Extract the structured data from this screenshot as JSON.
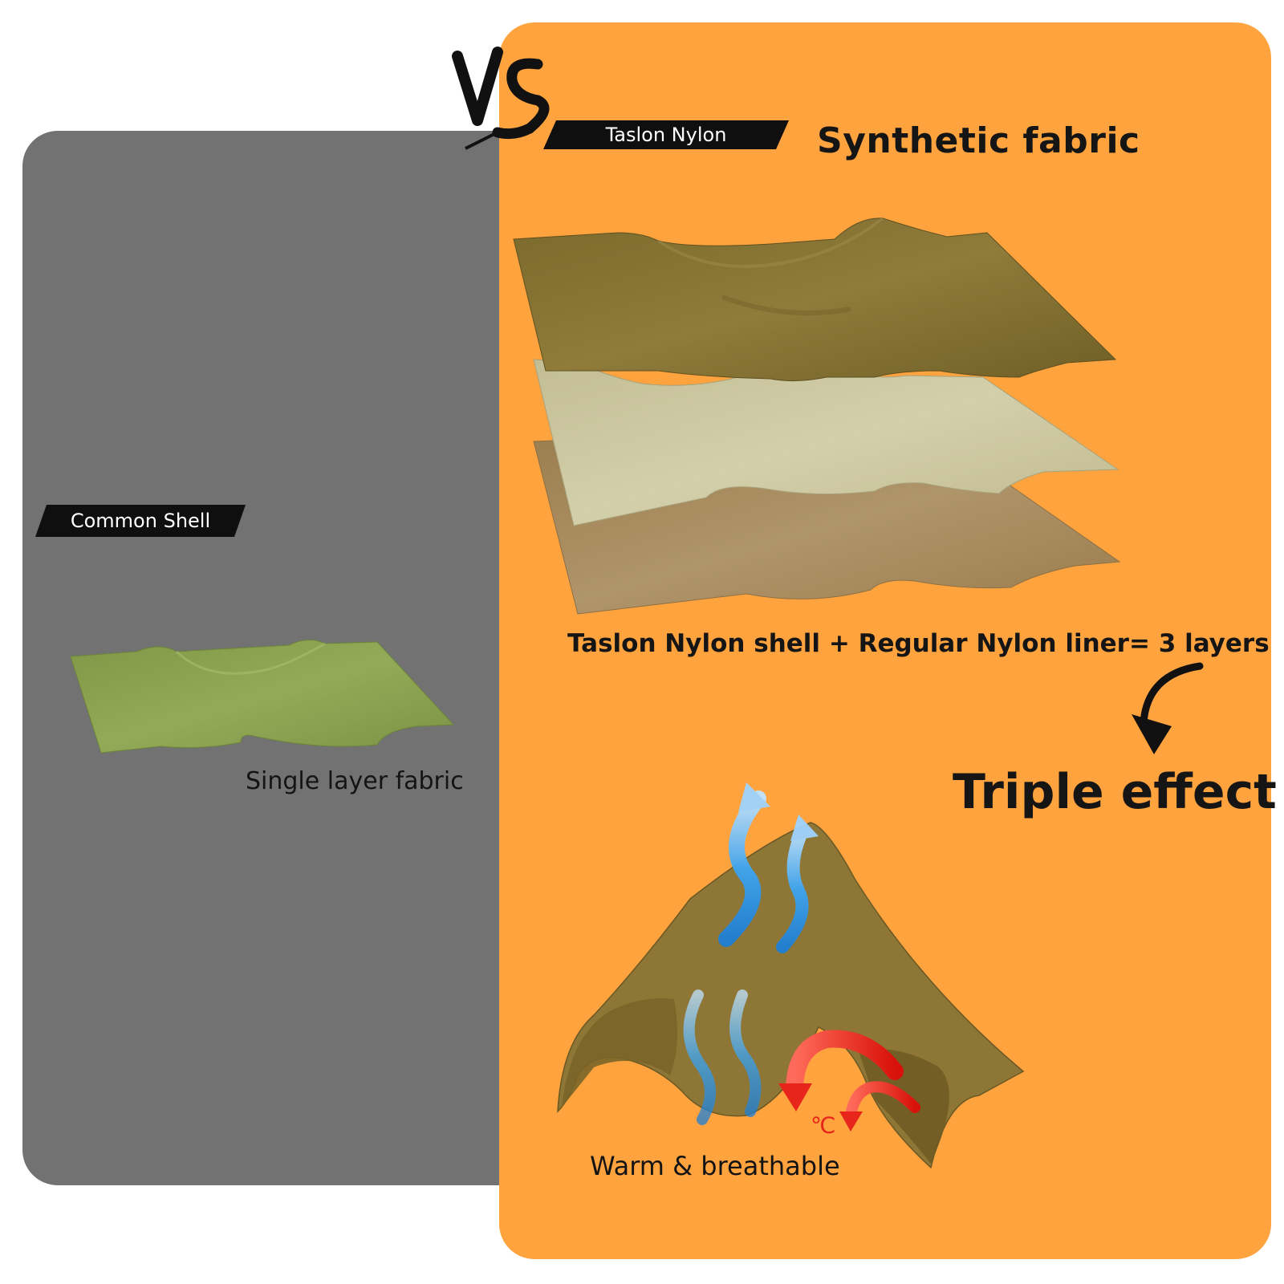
{
  "badges": {
    "common_shell": "Common Shell",
    "taslon_nylon": "Taslon Nylon"
  },
  "headings": {
    "synthetic_fabric": "Synthetic fabric",
    "layers_formula": "Taslon Nylon shell + Regular Nylon liner= 3 layers",
    "triple_effect": "Triple effect"
  },
  "captions": {
    "single_layer": "Single layer fabric",
    "warm_breathable": "Warm & breathable",
    "celsius": "℃"
  },
  "vs_logo_text": "VS",
  "colors": {
    "gray_panel": "#727272",
    "orange_panel": "#ffa33f",
    "olive_fabric": "#8a7634",
    "khaki_fabric": "#c8c39a",
    "tan_fabric": "#a8895a",
    "green_fabric": "#87a14e",
    "heat_red": "#e8251a",
    "air_blue": "#3ba3ef"
  }
}
